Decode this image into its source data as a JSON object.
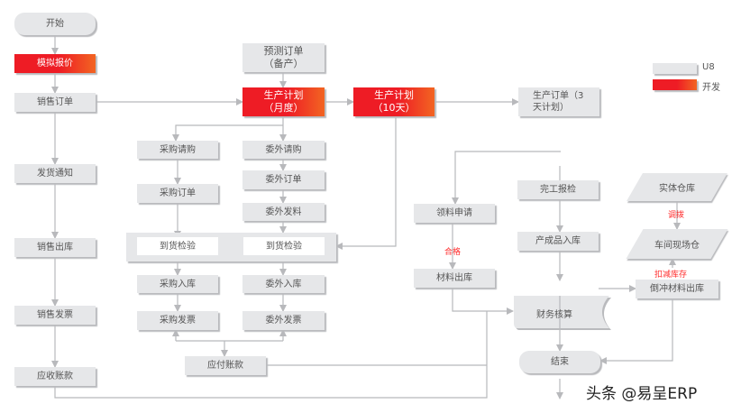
{
  "nodes": {
    "start": "开始",
    "quote": "模拟报价",
    "sales_order": "销售订单",
    "delivery_notice": "发货通知",
    "sales_outbound": "销售出库",
    "sales_invoice": "销售发票",
    "receivable": "应收账款",
    "forecast_order": "预测订单（备产）",
    "plan_month": "生产计划（月度）",
    "plan_10day": "生产计划（10天）",
    "production_order": "生产订单（3天计划）",
    "purchase_request": "采购请购",
    "purchase_order": "采购订单",
    "outsource_request": "委外请购",
    "outsource_order": "委外订单",
    "outsource_material": "委外发料",
    "arrival_inspection_1": "到货检验",
    "arrival_inspection_2": "到货检验",
    "purchase_inbound": "采购入库",
    "outsource_inbound": "委外入库",
    "purchase_invoice": "采购发票",
    "outsource_invoice": "委外发票",
    "payable": "应付账款",
    "material_request": "领料申请",
    "material_outbound": "材料出库",
    "completion_inspection": "完工报检",
    "finished_inbound": "产成品入库",
    "finance": "财务核算",
    "end": "结束",
    "physical_warehouse": "实体仓库",
    "workshop_warehouse": "车间现场仓",
    "backflush": "倒冲材料出库"
  },
  "labels": {
    "qualified": "合格",
    "transfer": "调拨",
    "deduct_stock": "扣减库存"
  },
  "legend": [
    {
      "label": "U8",
      "color": "#e6e7e9"
    },
    {
      "label": "开发",
      "color": "#ee1c25"
    }
  ],
  "watermark": "头条 @易呈ERP"
}
